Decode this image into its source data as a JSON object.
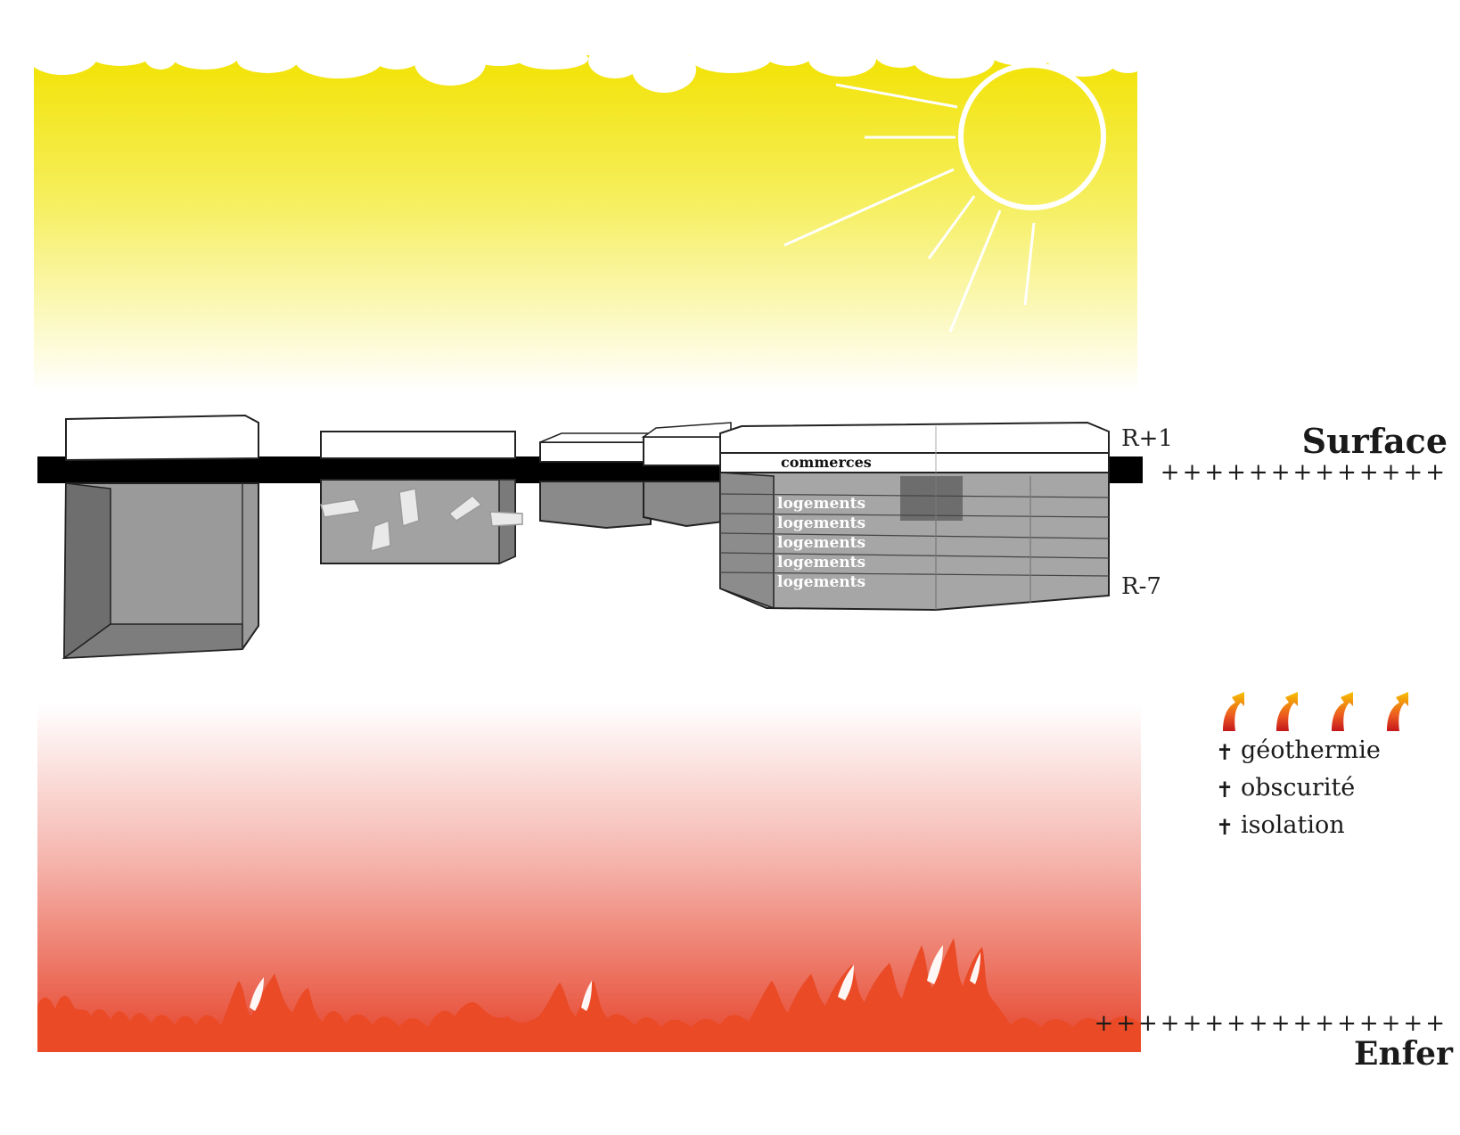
{
  "labels": {
    "surface": "Surface",
    "enfer": "Enfer",
    "level_top": "R+1",
    "level_bottom": "R-7",
    "commerces": "commerces",
    "logements": [
      "logements",
      "logements",
      "logements",
      "logements",
      "logements"
    ],
    "surface_crosses": "+++++++++++++",
    "enfer_crosses": "++++++++++++++++"
  },
  "legend": {
    "items": [
      {
        "symbol": "✝",
        "text": "géothermie"
      },
      {
        "symbol": "✝",
        "text": "obscurité"
      },
      {
        "symbol": "✝",
        "text": "isolation"
      }
    ],
    "arrow_count": 4
  },
  "colors": {
    "sky_top": "#f0e000",
    "sky_bottom": "#ffffff",
    "hell_top": "#ffffff",
    "hell_bottom": "#e8432a",
    "flame": "#ea4a25",
    "ground": "#000000",
    "box_grey": "#9a9a9a",
    "box_dark": "#6e6e6e",
    "text": "#1a1a1a"
  }
}
